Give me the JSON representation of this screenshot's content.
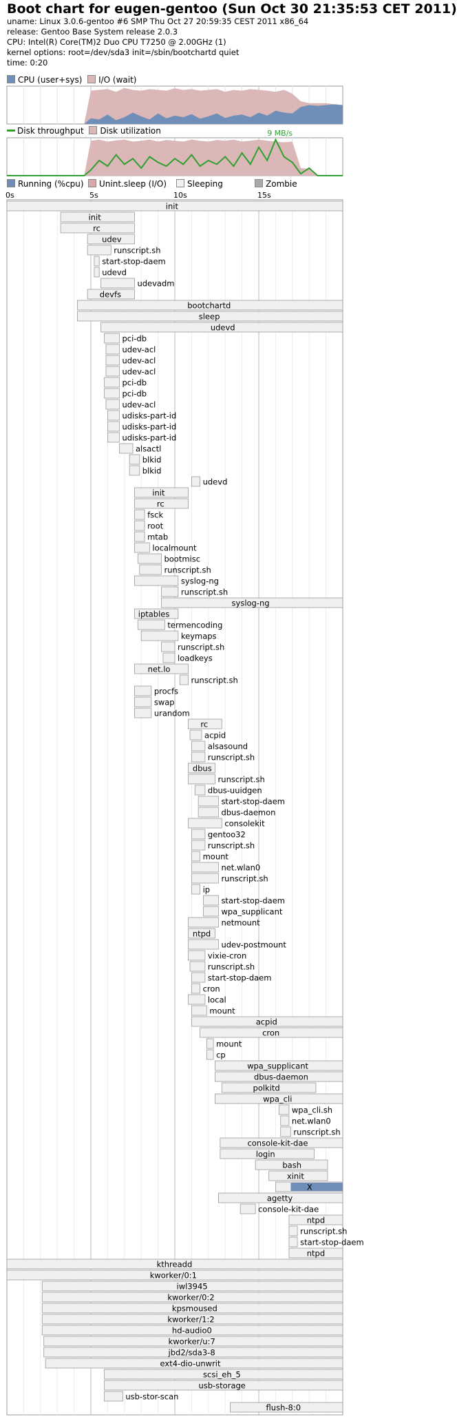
{
  "header": {
    "title": "Boot chart for eugen-gentoo (Sun Oct 30 21:35:53 CET 2011)",
    "uname": "uname: Linux 3.0.6-gentoo #6 SMP Thu Oct 27 20:59:35 CEST 2011 x86_64",
    "release": "release: Gentoo Base System release 2.0.3",
    "cpu": "CPU: Intel(R) Core(TM)2 Duo CPU     T7250  @ 2.00GHz (1)",
    "kernel": "kernel options: root=/dev/sda3 init=/sbin/bootchartd quiet",
    "time": "time: 0:20"
  },
  "colors": {
    "cpu": "#6f8fb8",
    "io_wait": "#dbb7b7",
    "throughput": "#2fa02f",
    "running": "#6f8fb8",
    "unint_sleep": "#d9a8ac",
    "sleeping": "#f0f0f0",
    "zombie": "#aaaaaa",
    "border": "#999999",
    "grid": "#cccccc"
  },
  "legends": {
    "cpu": [
      "CPU (user+sys)",
      "I/O (wait)"
    ],
    "disk": [
      "Disk throughput",
      "Disk utilization"
    ],
    "process": [
      "Running (%cpu)",
      "Unint.sleep (I/O)",
      "Sleeping",
      "Zombie"
    ]
  },
  "chart_data": [
    {
      "type": "area",
      "title": "",
      "xlabel": "",
      "ylabel": "",
      "xlim": [
        0,
        20
      ],
      "ylim": [
        0,
        100
      ],
      "x": [
        0,
        4.6,
        5,
        5.5,
        6,
        6.5,
        7,
        7.5,
        8,
        8.5,
        9,
        9.5,
        10,
        10.5,
        11,
        11.5,
        12,
        12.5,
        13,
        13.5,
        14,
        14.5,
        15,
        15.5,
        16,
        16.5,
        17,
        17.5,
        18,
        18.5,
        19,
        19.5,
        20
      ],
      "series": [
        {
          "name": "CPU (user+sys)",
          "values": [
            0,
            0,
            15,
            12,
            25,
            10,
            18,
            30,
            20,
            12,
            28,
            15,
            22,
            18,
            26,
            14,
            20,
            28,
            16,
            22,
            25,
            18,
            30,
            22,
            35,
            30,
            28,
            45,
            50,
            48,
            50,
            52,
            50
          ]
        },
        {
          "name": "I/O (wait)",
          "values": [
            0,
            0,
            88,
            90,
            92,
            85,
            95,
            90,
            88,
            92,
            90,
            88,
            94,
            90,
            92,
            88,
            90,
            92,
            85,
            90,
            88,
            92,
            90,
            88,
            85,
            90,
            80,
            60,
            55,
            55,
            55,
            52,
            50
          ]
        }
      ]
    },
    {
      "type": "line",
      "title": "",
      "xlabel": "",
      "ylabel": "",
      "xlim": [
        0,
        20
      ],
      "ylim": [
        0,
        100
      ],
      "peak_label": "9 MB/s",
      "x": [
        0,
        4.6,
        5,
        5.5,
        6,
        6.5,
        7,
        7.5,
        8,
        8.5,
        9,
        9.5,
        10,
        10.5,
        11,
        11.5,
        12,
        12.5,
        13,
        13.5,
        14,
        14.5,
        15,
        15.5,
        16,
        16.5,
        17,
        17.5,
        18,
        18.5,
        19,
        19.5,
        20
      ],
      "series": [
        {
          "name": "Disk utilization",
          "values": [
            0,
            0,
            92,
            95,
            90,
            93,
            95,
            90,
            92,
            95,
            90,
            94,
            92,
            90,
            95,
            92,
            90,
            94,
            92,
            95,
            90,
            92,
            95,
            92,
            90,
            88,
            90,
            20,
            18,
            0,
            0,
            0,
            0
          ]
        },
        {
          "name": "Disk throughput",
          "values": [
            0,
            0,
            15,
            40,
            25,
            55,
            30,
            45,
            20,
            50,
            35,
            25,
            45,
            30,
            55,
            25,
            40,
            30,
            50,
            25,
            60,
            30,
            75,
            40,
            95,
            50,
            35,
            5,
            20,
            0,
            0,
            0,
            0
          ]
        }
      ]
    },
    {
      "type": "bar",
      "subtype": "gantt",
      "title": "",
      "x_ticks": [
        "0s",
        "5s",
        "10s",
        "15s"
      ],
      "xlim": [
        0,
        20
      ],
      "processes": [
        {
          "name": "init",
          "start": 0,
          "end": 20
        },
        {
          "name": "init",
          "start": 3.2,
          "end": 7.6
        },
        {
          "name": "rc",
          "start": 3.2,
          "end": 7.6
        },
        {
          "name": "udev",
          "start": 4.8,
          "end": 7.6
        },
        {
          "name": "runscript.sh",
          "start": 4.8,
          "end": 6.2
        },
        {
          "name": "start-stop-daem",
          "start": 5.2,
          "end": 5.5
        },
        {
          "name": "udevd",
          "start": 5.2,
          "end": 5.5
        },
        {
          "name": "udevadm",
          "start": 5.6,
          "end": 7.6
        },
        {
          "name": "devfs",
          "start": 4.8,
          "end": 7.6
        },
        {
          "name": "bootchartd",
          "start": 4.2,
          "end": 20
        },
        {
          "name": "sleep",
          "start": 4.2,
          "end": 20
        },
        {
          "name": "udevd",
          "start": 5.6,
          "end": 20
        },
        {
          "name": "pci-db",
          "start": 5.8,
          "end": 6.7
        },
        {
          "name": "udev-acl",
          "start": 5.9,
          "end": 6.7
        },
        {
          "name": "udev-acl",
          "start": 5.9,
          "end": 6.7
        },
        {
          "name": "udev-acl",
          "start": 5.9,
          "end": 6.7
        },
        {
          "name": "pci-db",
          "start": 5.8,
          "end": 6.7
        },
        {
          "name": "pci-db",
          "start": 5.8,
          "end": 6.7
        },
        {
          "name": "udev-acl",
          "start": 5.9,
          "end": 6.7
        },
        {
          "name": "udisks-part-id",
          "start": 6.0,
          "end": 6.7
        },
        {
          "name": "udisks-part-id",
          "start": 6.0,
          "end": 6.7
        },
        {
          "name": "udisks-part-id",
          "start": 6.0,
          "end": 6.7
        },
        {
          "name": "alsactl",
          "start": 6.7,
          "end": 7.5
        },
        {
          "name": "blkid",
          "start": 7.3,
          "end": 7.9
        },
        {
          "name": "blkid",
          "start": 7.3,
          "end": 7.9
        },
        {
          "name": "udevd",
          "start": 11.0,
          "end": 11.5
        },
        {
          "name": "init",
          "start": 7.6,
          "end": 10.8
        },
        {
          "name": "rc",
          "start": 7.6,
          "end": 10.8
        },
        {
          "name": "fsck",
          "start": 7.6,
          "end": 8.2
        },
        {
          "name": "root",
          "start": 7.6,
          "end": 8.2
        },
        {
          "name": "mtab",
          "start": 7.6,
          "end": 8.2
        },
        {
          "name": "localmount",
          "start": 7.6,
          "end": 8.5
        },
        {
          "name": "bootmisc",
          "start": 7.8,
          "end": 9.2
        },
        {
          "name": "runscript.sh",
          "start": 7.9,
          "end": 9.2
        },
        {
          "name": "syslog-ng",
          "start": 7.6,
          "end": 10.2
        },
        {
          "name": "runscript.sh",
          "start": 9.2,
          "end": 10.2
        },
        {
          "name": "syslog-ng",
          "start": 9.2,
          "end": 20
        },
        {
          "name": "iptables",
          "start": 7.6,
          "end": 10.2
        },
        {
          "name": "termencoding",
          "start": 7.8,
          "end": 9.4
        },
        {
          "name": "keymaps",
          "start": 8.0,
          "end": 10.2
        },
        {
          "name": "runscript.sh",
          "start": 9.2,
          "end": 10.0
        },
        {
          "name": "loadkeys",
          "start": 9.3,
          "end": 10.0
        },
        {
          "name": "net.lo",
          "start": 7.6,
          "end": 10.8
        },
        {
          "name": "runscript.sh",
          "start": 10.3,
          "end": 10.8
        },
        {
          "name": "procfs",
          "start": 7.6,
          "end": 8.6
        },
        {
          "name": "swap",
          "start": 7.6,
          "end": 8.6
        },
        {
          "name": "urandom",
          "start": 7.6,
          "end": 8.6
        },
        {
          "name": "rc",
          "start": 10.8,
          "end": 12.8
        },
        {
          "name": "acpid",
          "start": 10.9,
          "end": 11.6
        },
        {
          "name": "alsasound",
          "start": 11.0,
          "end": 11.8
        },
        {
          "name": "runscript.sh",
          "start": 11.0,
          "end": 11.8
        },
        {
          "name": "dbus",
          "start": 10.8,
          "end": 12.4
        },
        {
          "name": "runscript.sh",
          "start": 10.8,
          "end": 12.4
        },
        {
          "name": "dbus-uuidgen",
          "start": 11.2,
          "end": 11.8
        },
        {
          "name": "start-stop-daem",
          "start": 11.4,
          "end": 12.6
        },
        {
          "name": "dbus-daemon",
          "start": 11.4,
          "end": 12.6
        },
        {
          "name": "consolekit",
          "start": 10.8,
          "end": 12.8
        },
        {
          "name": "gentoo32",
          "start": 11.0,
          "end": 11.8
        },
        {
          "name": "runscript.sh",
          "start": 11.0,
          "end": 11.8
        },
        {
          "name": "mount",
          "start": 11.0,
          "end": 11.5
        },
        {
          "name": "net.wlan0",
          "start": 11.0,
          "end": 12.6
        },
        {
          "name": "runscript.sh",
          "start": 11.0,
          "end": 12.6
        },
        {
          "name": "ip",
          "start": 11.0,
          "end": 11.5
        },
        {
          "name": "start-stop-daem",
          "start": 11.7,
          "end": 12.6
        },
        {
          "name": "wpa_supplicant",
          "start": 11.7,
          "end": 12.6
        },
        {
          "name": "netmount",
          "start": 10.8,
          "end": 12.6
        },
        {
          "name": "ntpd",
          "start": 10.8,
          "end": 12.4
        },
        {
          "name": "udev-postmount",
          "start": 10.8,
          "end": 12.6
        },
        {
          "name": "vixie-cron",
          "start": 10.8,
          "end": 11.8
        },
        {
          "name": "runscript.sh",
          "start": 10.9,
          "end": 11.8
        },
        {
          "name": "start-stop-daem",
          "start": 11.0,
          "end": 11.8
        },
        {
          "name": "cron",
          "start": 11.0,
          "end": 11.5
        },
        {
          "name": "local",
          "start": 10.8,
          "end": 11.8
        },
        {
          "name": "mount",
          "start": 11.0,
          "end": 11.9
        },
        {
          "name": "acpid",
          "start": 11.0,
          "end": 20
        },
        {
          "name": "cron",
          "start": 11.5,
          "end": 20
        },
        {
          "name": "mount",
          "start": 11.9,
          "end": 12.3
        },
        {
          "name": "cp",
          "start": 11.9,
          "end": 12.3
        },
        {
          "name": "wpa_supplicant",
          "start": 12.4,
          "end": 20
        },
        {
          "name": "dbus-daemon",
          "start": 12.4,
          "end": 20
        },
        {
          "name": "polkitd",
          "start": 12.8,
          "end": 18.4
        },
        {
          "name": "wpa_cli",
          "start": 12.4,
          "end": 20
        },
        {
          "name": "wpa_cli.sh",
          "start": 16.2,
          "end": 16.8
        },
        {
          "name": "net.wlan0",
          "start": 16.3,
          "end": 16.8
        },
        {
          "name": "runscript.sh",
          "start": 16.3,
          "end": 16.9
        },
        {
          "name": "console-kit-dae",
          "start": 12.7,
          "end": 20
        },
        {
          "name": "login",
          "start": 12.7,
          "end": 18.3
        },
        {
          "name": "bash",
          "start": 14.8,
          "end": 19.1
        },
        {
          "name": "xinit",
          "start": 15.6,
          "end": 19.1
        },
        {
          "name": "X",
          "start": 16.0,
          "end": 20
        },
        {
          "name": "agetty",
          "start": 12.6,
          "end": 20
        },
        {
          "name": "console-kit-dae",
          "start": 13.9,
          "end": 14.8
        },
        {
          "name": "ntpd",
          "start": 16.8,
          "end": 20
        },
        {
          "name": "runscript.sh",
          "start": 16.8,
          "end": 17.3
        },
        {
          "name": "start-stop-daem",
          "start": 16.8,
          "end": 17.3
        },
        {
          "name": "ntpd",
          "start": 16.8,
          "end": 20
        },
        {
          "name": "kthreadd",
          "start": 0,
          "end": 20
        },
        {
          "name": "kworker/0:1",
          "start": 0,
          "end": 20
        },
        {
          "name": "iwl3945",
          "start": 2.1,
          "end": 20
        },
        {
          "name": "kworker/0:2",
          "start": 2.1,
          "end": 20
        },
        {
          "name": "kpsmoused",
          "start": 2.1,
          "end": 20
        },
        {
          "name": "kworker/1:2",
          "start": 2.1,
          "end": 20
        },
        {
          "name": "hd-audio0",
          "start": 2.1,
          "end": 20
        },
        {
          "name": "kworker/u:7",
          "start": 2.2,
          "end": 20
        },
        {
          "name": "jbd2/sda3-8",
          "start": 2.2,
          "end": 20
        },
        {
          "name": "ext4-dio-unwrit",
          "start": 2.3,
          "end": 20
        },
        {
          "name": "scsi_eh_5",
          "start": 5.8,
          "end": 20
        },
        {
          "name": "usb-storage",
          "start": 5.8,
          "end": 20
        },
        {
          "name": "usb-stor-scan",
          "start": 5.8,
          "end": 6.9
        },
        {
          "name": "flush-8:0",
          "start": 13.3,
          "end": 20
        }
      ]
    }
  ]
}
